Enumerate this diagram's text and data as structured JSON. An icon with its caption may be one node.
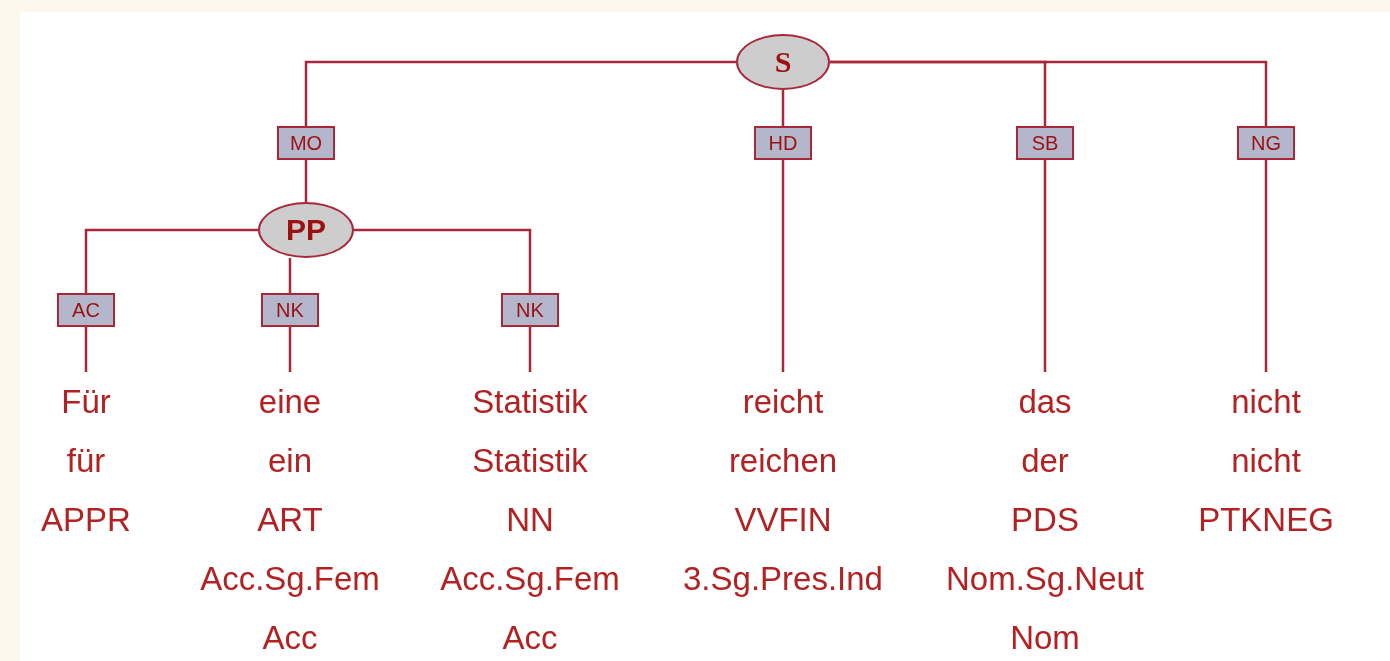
{
  "diagram": {
    "nodes": [
      {
        "text": [
          "S"
        ]
      },
      {
        "text": [
          "PP"
        ]
      },
      {
        "text": [
          "Für",
          "für",
          "APPR"
        ]
      },
      {
        "text": [
          "eine",
          "ein",
          "ART",
          "Acc.Sg.Fem",
          "Acc"
        ]
      },
      {
        "text": [
          "Statistik",
          "Statistik",
          "NN",
          "Acc.Sg.Fem",
          "Acc"
        ]
      },
      {
        "text": [
          "reicht",
          "reichen",
          "VVFIN",
          "3.Sg.Pres.Ind"
        ]
      },
      {
        "text": [
          "das",
          "der",
          "PDS",
          "Nom.Sg.Neut",
          "Nom"
        ]
      },
      {
        "text": [
          "nicht",
          "nicht",
          "PTKNEG"
        ]
      }
    ],
    "edges": [
      {
        "from": 0,
        "to": 1,
        "arrow": "none",
        "label": "MO"
      },
      {
        "from": 0,
        "to": 5,
        "arrow": "none",
        "label": "HD"
      },
      {
        "from": 0,
        "to": 6,
        "arrow": "none",
        "label": "SB"
      },
      {
        "from": 0,
        "to": 7,
        "arrow": "none",
        "label": "NG"
      },
      {
        "from": 1,
        "to": 2,
        "arrow": "none",
        "label": "AC"
      },
      {
        "from": 1,
        "to": 3,
        "arrow": "none",
        "label": "NK"
      },
      {
        "from": 1,
        "to": 4,
        "arrow": "none",
        "label": "NK"
      }
    ]
  }
}
